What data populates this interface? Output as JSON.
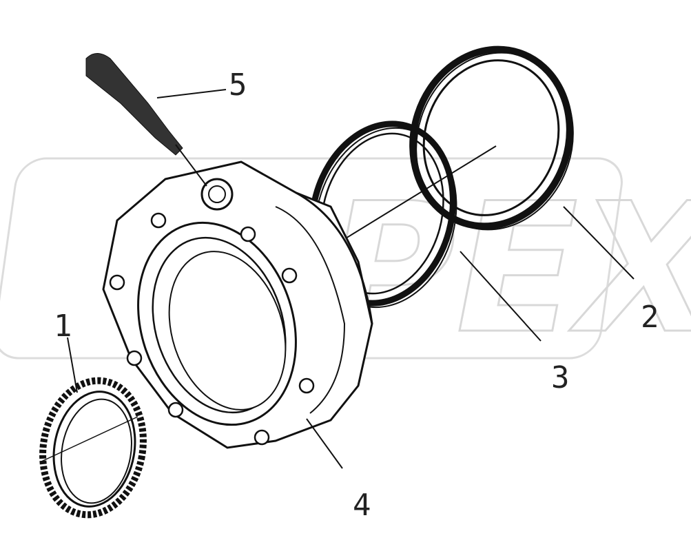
{
  "diagram": {
    "watermark": "OPEX",
    "colors": {
      "line": "#111111",
      "watermark": "#d8d8d8"
    },
    "callouts": [
      {
        "label": "1"
      },
      {
        "label": "2"
      },
      {
        "label": "3"
      },
      {
        "label": "4"
      },
      {
        "label": "5"
      }
    ]
  }
}
